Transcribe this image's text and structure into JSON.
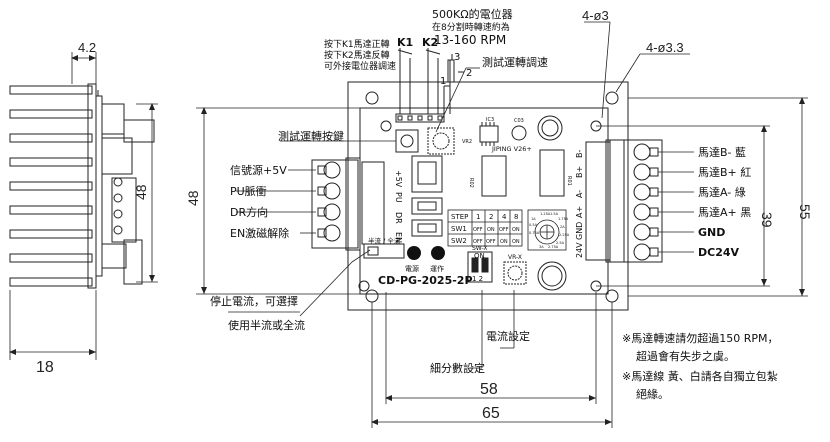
{
  "dimensions": {
    "side_top_width": "4.2",
    "side_height": "48",
    "side_width": "18",
    "board_height": "48",
    "board_inner_height": "39",
    "board_outer_height": "55",
    "board_inner_width": "58",
    "board_outer_width": "65",
    "hole_small": "4-ø3",
    "hole_large": "4-ø3.3"
  },
  "potentiometer": {
    "line1": "500KΩ的電位器",
    "line2": "在8分割時轉速約為",
    "line3": "13-160 RPM"
  },
  "switches": {
    "k1": "K1",
    "k2": "K2",
    "note1": "按下K1馬達正轉",
    "note2": "按下K2馬達反轉",
    "note3": "可外接電位器調速",
    "pin3": "3",
    "pin2": "2",
    "pin1": "1"
  },
  "callouts": {
    "test_speed": "測試運轉調速",
    "test_button": "測試運轉按鍵",
    "stop_current": "停止電流，可選擇",
    "half_full": "使用半流或全流",
    "current_set": "電流設定",
    "microstep_set": "細分數設定"
  },
  "left_inputs": [
    {
      "label": "信號源+5V",
      "pin": "+5V"
    },
    {
      "label": "PU脈衝",
      "pin": "PU"
    },
    {
      "label": "DR方向",
      "pin": "DR"
    },
    {
      "label": "EN激磁解除",
      "pin": "EN"
    }
  ],
  "right_outputs": [
    {
      "label": "馬達B- 藍",
      "pin": "B-"
    },
    {
      "label": "馬達B+ 紅",
      "pin": "B+"
    },
    {
      "label": "馬達A- 綠",
      "pin": "A-"
    },
    {
      "label": "馬達A+ 黑",
      "pin": "A+"
    },
    {
      "label": "GND",
      "pin": "GND"
    },
    {
      "label": "DC24V",
      "pin": "24V"
    }
  ],
  "board": {
    "model": "CD-PG-2025-2P",
    "ic_label": "IC3",
    "c_label": "C03",
    "vr2_label": "VR2",
    "jiping": "JIPING V26+",
    "r02": "R02",
    "r01": "R01",
    "power": "電源",
    "run": "運作",
    "half_full_sel": "半流 / 全流",
    "swx": "SW-X",
    "vrx": "VR-X",
    "on": "ON",
    "one_two": "1 2",
    "step_table": {
      "header": [
        "STEP",
        "1",
        "2",
        "4",
        "8"
      ],
      "rows": [
        [
          "SW1",
          "OFF",
          "ON",
          "OFF",
          "ON"
        ],
        [
          "SW2",
          "OFF",
          "OFF",
          "ON",
          "ON"
        ]
      ]
    },
    "dial_labels": [
      "1.25A",
      "1.5A",
      "1.75A",
      "2A",
      "2.25A",
      "2.5A",
      "2.75A",
      "3A",
      "0.5A",
      "0.75A",
      "1A"
    ]
  },
  "notes": {
    "n1": "※馬達轉速請勿超過150 RPM，",
    "n2": "超過會有失步之虞。",
    "n3": "※馬達線 黃、白請各自獨立包紮",
    "n4": "絕緣。"
  }
}
